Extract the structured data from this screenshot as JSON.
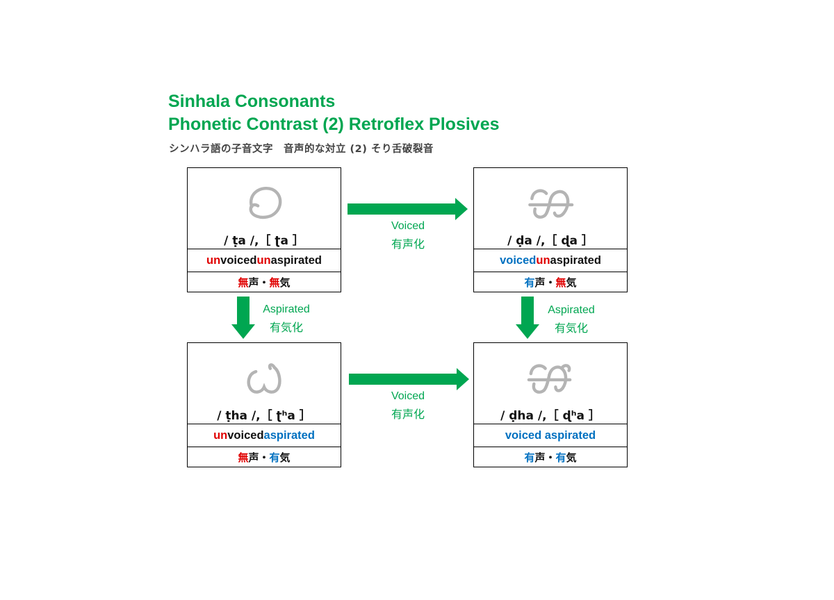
{
  "title": {
    "line1": "Sinhala Consonants",
    "line2": "Phonetic Contrast (2) Retroflex Plosives",
    "subtitle": "シンハラ語の子音文字　音声的な対立 (2) そり舌破裂音"
  },
  "colors": {
    "accent_green": "#00a651",
    "unvoiced_red": "#e00000",
    "voiced_blue": "#0070c0",
    "glyph_gray": "#b4b4b4"
  },
  "cards": {
    "ta": {
      "glyph": "sinhala-letter-tta",
      "phon": "/ ṭa /,［ ʈa ］",
      "feat": {
        "p1": "un",
        "p2": "voiced ",
        "p3": "un",
        "p4": "aspirated"
      },
      "jp": {
        "p1": "無",
        "p2": "声・",
        "p3": "無",
        "p4": "気"
      }
    },
    "da": {
      "glyph": "sinhala-letter-dda",
      "phon": "/ ḍa /,［ ɖa ］",
      "feat": {
        "p1": "voiced ",
        "p2": "un",
        "p3": "aspirated"
      },
      "jp": {
        "p1": "有",
        "p2": "声・",
        "p3": "無",
        "p4": "気"
      }
    },
    "tha": {
      "glyph": "sinhala-letter-ttha",
      "phon": "/ ṭha /,［ ʈʰa ］",
      "feat": {
        "p1": "un",
        "p2": "voiced ",
        "p3": "aspirated"
      },
      "jp": {
        "p1": "無",
        "p2": "声・",
        "p3": "有",
        "p4": "気"
      }
    },
    "dha": {
      "glyph": "sinhala-letter-ddha",
      "phon": "/ ḍha /,［ ɖʰa ］",
      "feat": {
        "p1": "voiced aspirated"
      },
      "jp": {
        "p1": "有",
        "p2": "声・",
        "p3": "有",
        "p4": "気"
      }
    }
  },
  "arrows": {
    "voiced_top": {
      "en": "Voiced",
      "jp": "有声化"
    },
    "voiced_bottom": {
      "en": "Voiced",
      "jp": "有声化"
    },
    "asp_left": {
      "en": "Aspirated",
      "jp": "有気化"
    },
    "asp_right": {
      "en": "Aspirated",
      "jp": "有気化"
    }
  }
}
